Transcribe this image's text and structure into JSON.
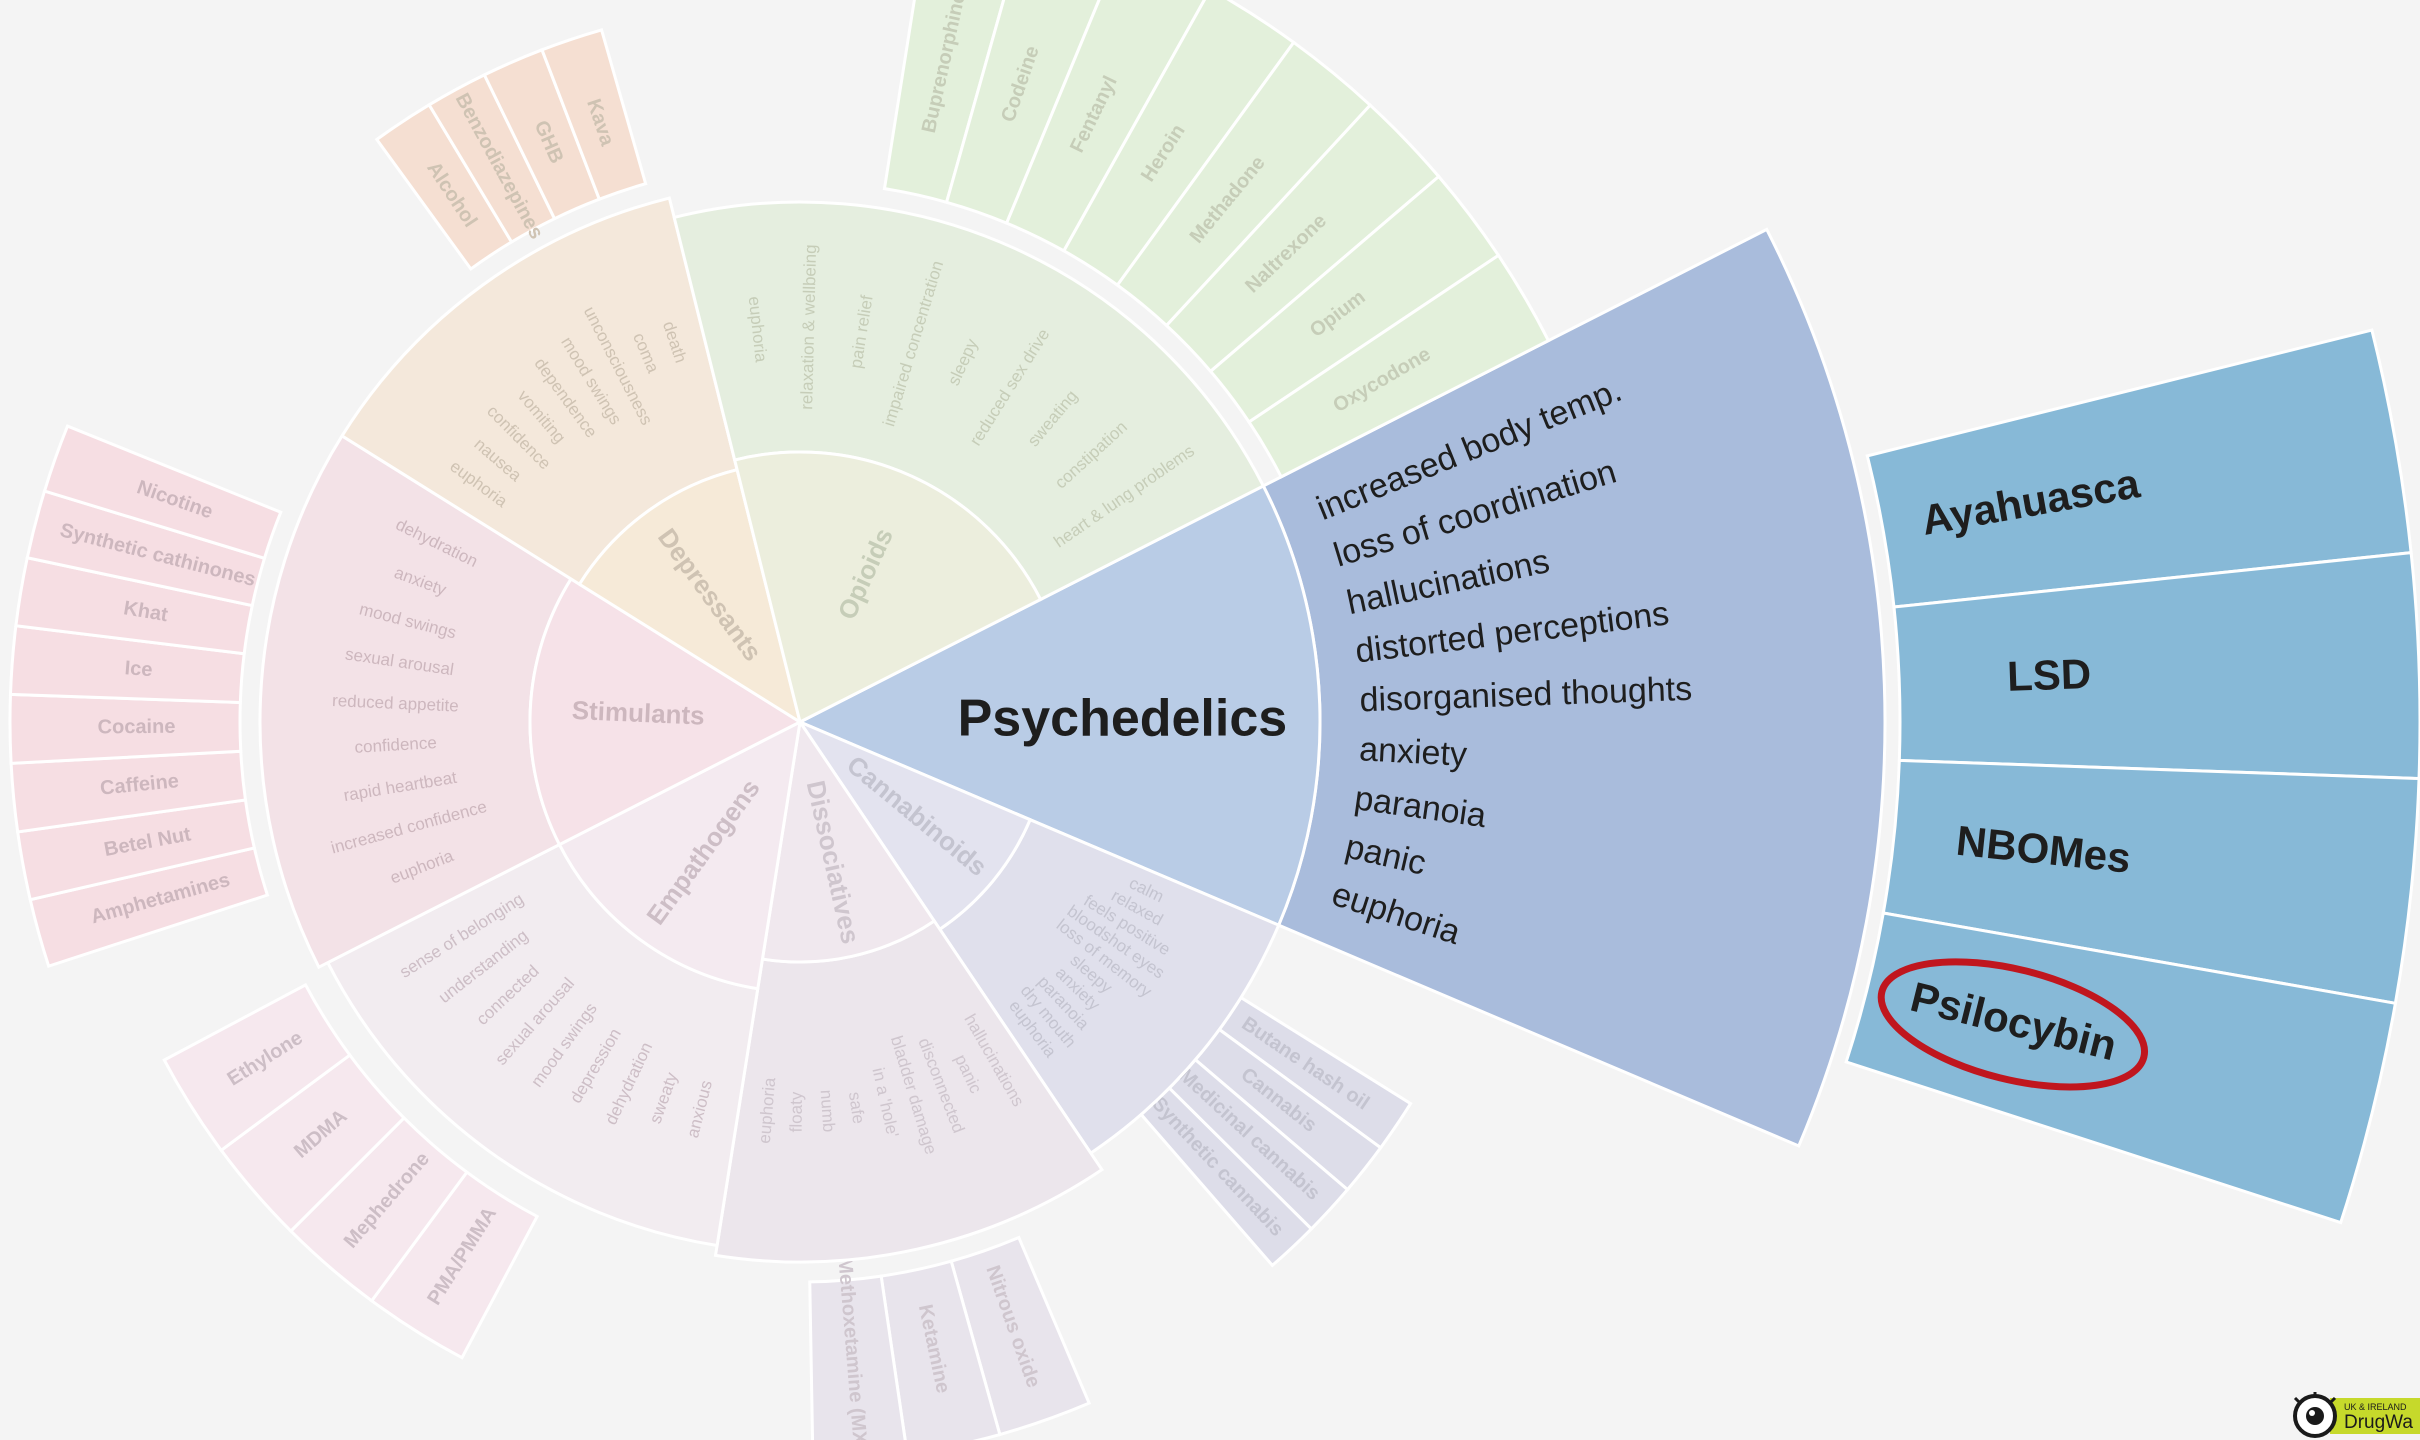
{
  "diagram": {
    "categories": [
      {
        "name": "Psychedelics",
        "color": "#b9cce6",
        "ring_color": "#a9bcdc",
        "outer_color": "#87b9d7",
        "highlighted": true,
        "effects": [
          "increased body temp.",
          "loss of coordination",
          "hallucinations",
          "distorted perceptions",
          "disorganised thoughts",
          "anxiety",
          "paranoia",
          "panic",
          "euphoria"
        ],
        "drugs": [
          "Ayahuasca",
          "LSD",
          "NBOMes",
          "Psilocybin"
        ]
      },
      {
        "name": "Cannabinoids",
        "color": "#e3e3ef",
        "ring_color": "#e0e0ec",
        "outer_color": "#dddde9",
        "highlighted": false,
        "effects": [
          "calm",
          "relaxed",
          "feels positive",
          "bloodshot eyes",
          "loss of memory",
          "sleepy",
          "anxiety",
          "paranoia",
          "dry mouth",
          "euphoria"
        ],
        "drugs": [
          "Butane hash oil",
          "Cannabis",
          "Medicinal cannabis",
          "Synthetic cannabis"
        ]
      },
      {
        "name": "Dissociatives",
        "color": "#f0e8ee",
        "ring_color": "#ece6ec",
        "outer_color": "#e8e4ec",
        "highlighted": false,
        "effects": [
          "hallucinations",
          "panic",
          "disconnected",
          "bladder damage",
          "in a 'hole'",
          "safe",
          "numb",
          "floaty",
          "euphoria"
        ],
        "drugs": [
          "Nitrous oxide",
          "Ketamine",
          "Methoxetamine (MXE)"
        ]
      },
      {
        "name": "Empathogens",
        "color": "#f4eaf0",
        "ring_color": "#f2ecf0",
        "outer_color": "#f6e8ee",
        "highlighted": false,
        "effects": [
          "anxious",
          "sweaty",
          "dehydration",
          "depression",
          "mood swings",
          "sexual arousal",
          "connected",
          "understanding",
          "sense of belonging"
        ],
        "drugs": [
          "PMA/PMMA",
          "Mephedrone",
          "MDMA",
          "Ethylone"
        ]
      },
      {
        "name": "Stimulants",
        "color": "#f6e2e8",
        "ring_color": "#f3e2e7",
        "outer_color": "#f6dee3",
        "highlighted": false,
        "effects": [
          "euphoria",
          "increased confidence",
          "rapid heartbeat",
          "confidence",
          "reduced appetite",
          "sexual arousal",
          "mood swings",
          "anxiety",
          "dehydration"
        ],
        "drugs": [
          "Amphetamines",
          "Betel Nut",
          "Caffeine",
          "Cocaine",
          "Ice",
          "Khat",
          "Synthetic cathinones",
          "Nicotine"
        ]
      },
      {
        "name": "Depressants",
        "color": "#f6ead8",
        "ring_color": "#f4e8db",
        "outer_color": "#f5dfd2",
        "highlighted": false,
        "effects": [
          "euphoria",
          "nausea",
          "confidence",
          "vomiting",
          "dependence",
          "mood swings",
          "unconsciousness",
          "coma",
          "death"
        ],
        "drugs": [
          "Alcohol",
          "Benzodiazepines",
          "GHB",
          "Kava"
        ]
      },
      {
        "name": "Opioids",
        "color": "#eceedd",
        "ring_color": "#e5eedf",
        "outer_color": "#e3f0db",
        "highlighted": false,
        "effects": [
          "euphoria",
          "relaxation & wellbeing",
          "pain relief",
          "impaired concentration",
          "sleepy",
          "reduced sex drive",
          "sweating",
          "constipation",
          "heart & lung problems"
        ],
        "drugs": [
          "Buprenorphine",
          "Codeine",
          "Fentanyl",
          "Heroin",
          "Methadone",
          "Naltrexone",
          "Opium",
          "Oxycodone"
        ]
      }
    ],
    "highlight_color": "#c0161e"
  },
  "logo": {
    "small_text": "UK & IRELAND",
    "big_text": "DrugWa"
  }
}
